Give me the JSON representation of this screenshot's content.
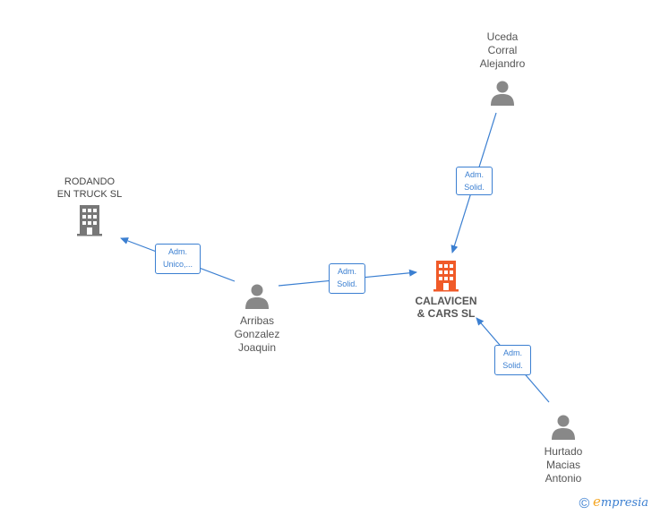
{
  "nodes": {
    "uceda": {
      "label": "Uceda\nCorral\nAlejandro",
      "type": "person"
    },
    "rodando": {
      "label": "RODANDO\nEN TRUCK  SL",
      "type": "company"
    },
    "arribas": {
      "label": "Arribas\nGonzalez\nJoaquin",
      "type": "person"
    },
    "calavicen": {
      "label": "CALAVICEN\n& CARS  SL",
      "type": "company-main"
    },
    "hurtado": {
      "label": "Hurtado\nMacias\nAntonio",
      "type": "person"
    }
  },
  "edges": [
    {
      "from": "uceda",
      "to": "calavicen",
      "label": "Adm.\nSolid."
    },
    {
      "from": "arribas",
      "to": "rodando",
      "label": "Adm.\nUnico,..."
    },
    {
      "from": "arribas",
      "to": "calavicen",
      "label": "Adm.\nSolid."
    },
    {
      "from": "hurtado",
      "to": "calavicen",
      "label": "Adm.\nSolid."
    }
  ],
  "colors": {
    "edge": "#3b7fd1",
    "person_icon": "#888888",
    "company_icon": "#777777",
    "main_company_icon": "#f05a28"
  },
  "brand": {
    "copyright": "©",
    "initial": "e",
    "rest": "mpresia"
  }
}
